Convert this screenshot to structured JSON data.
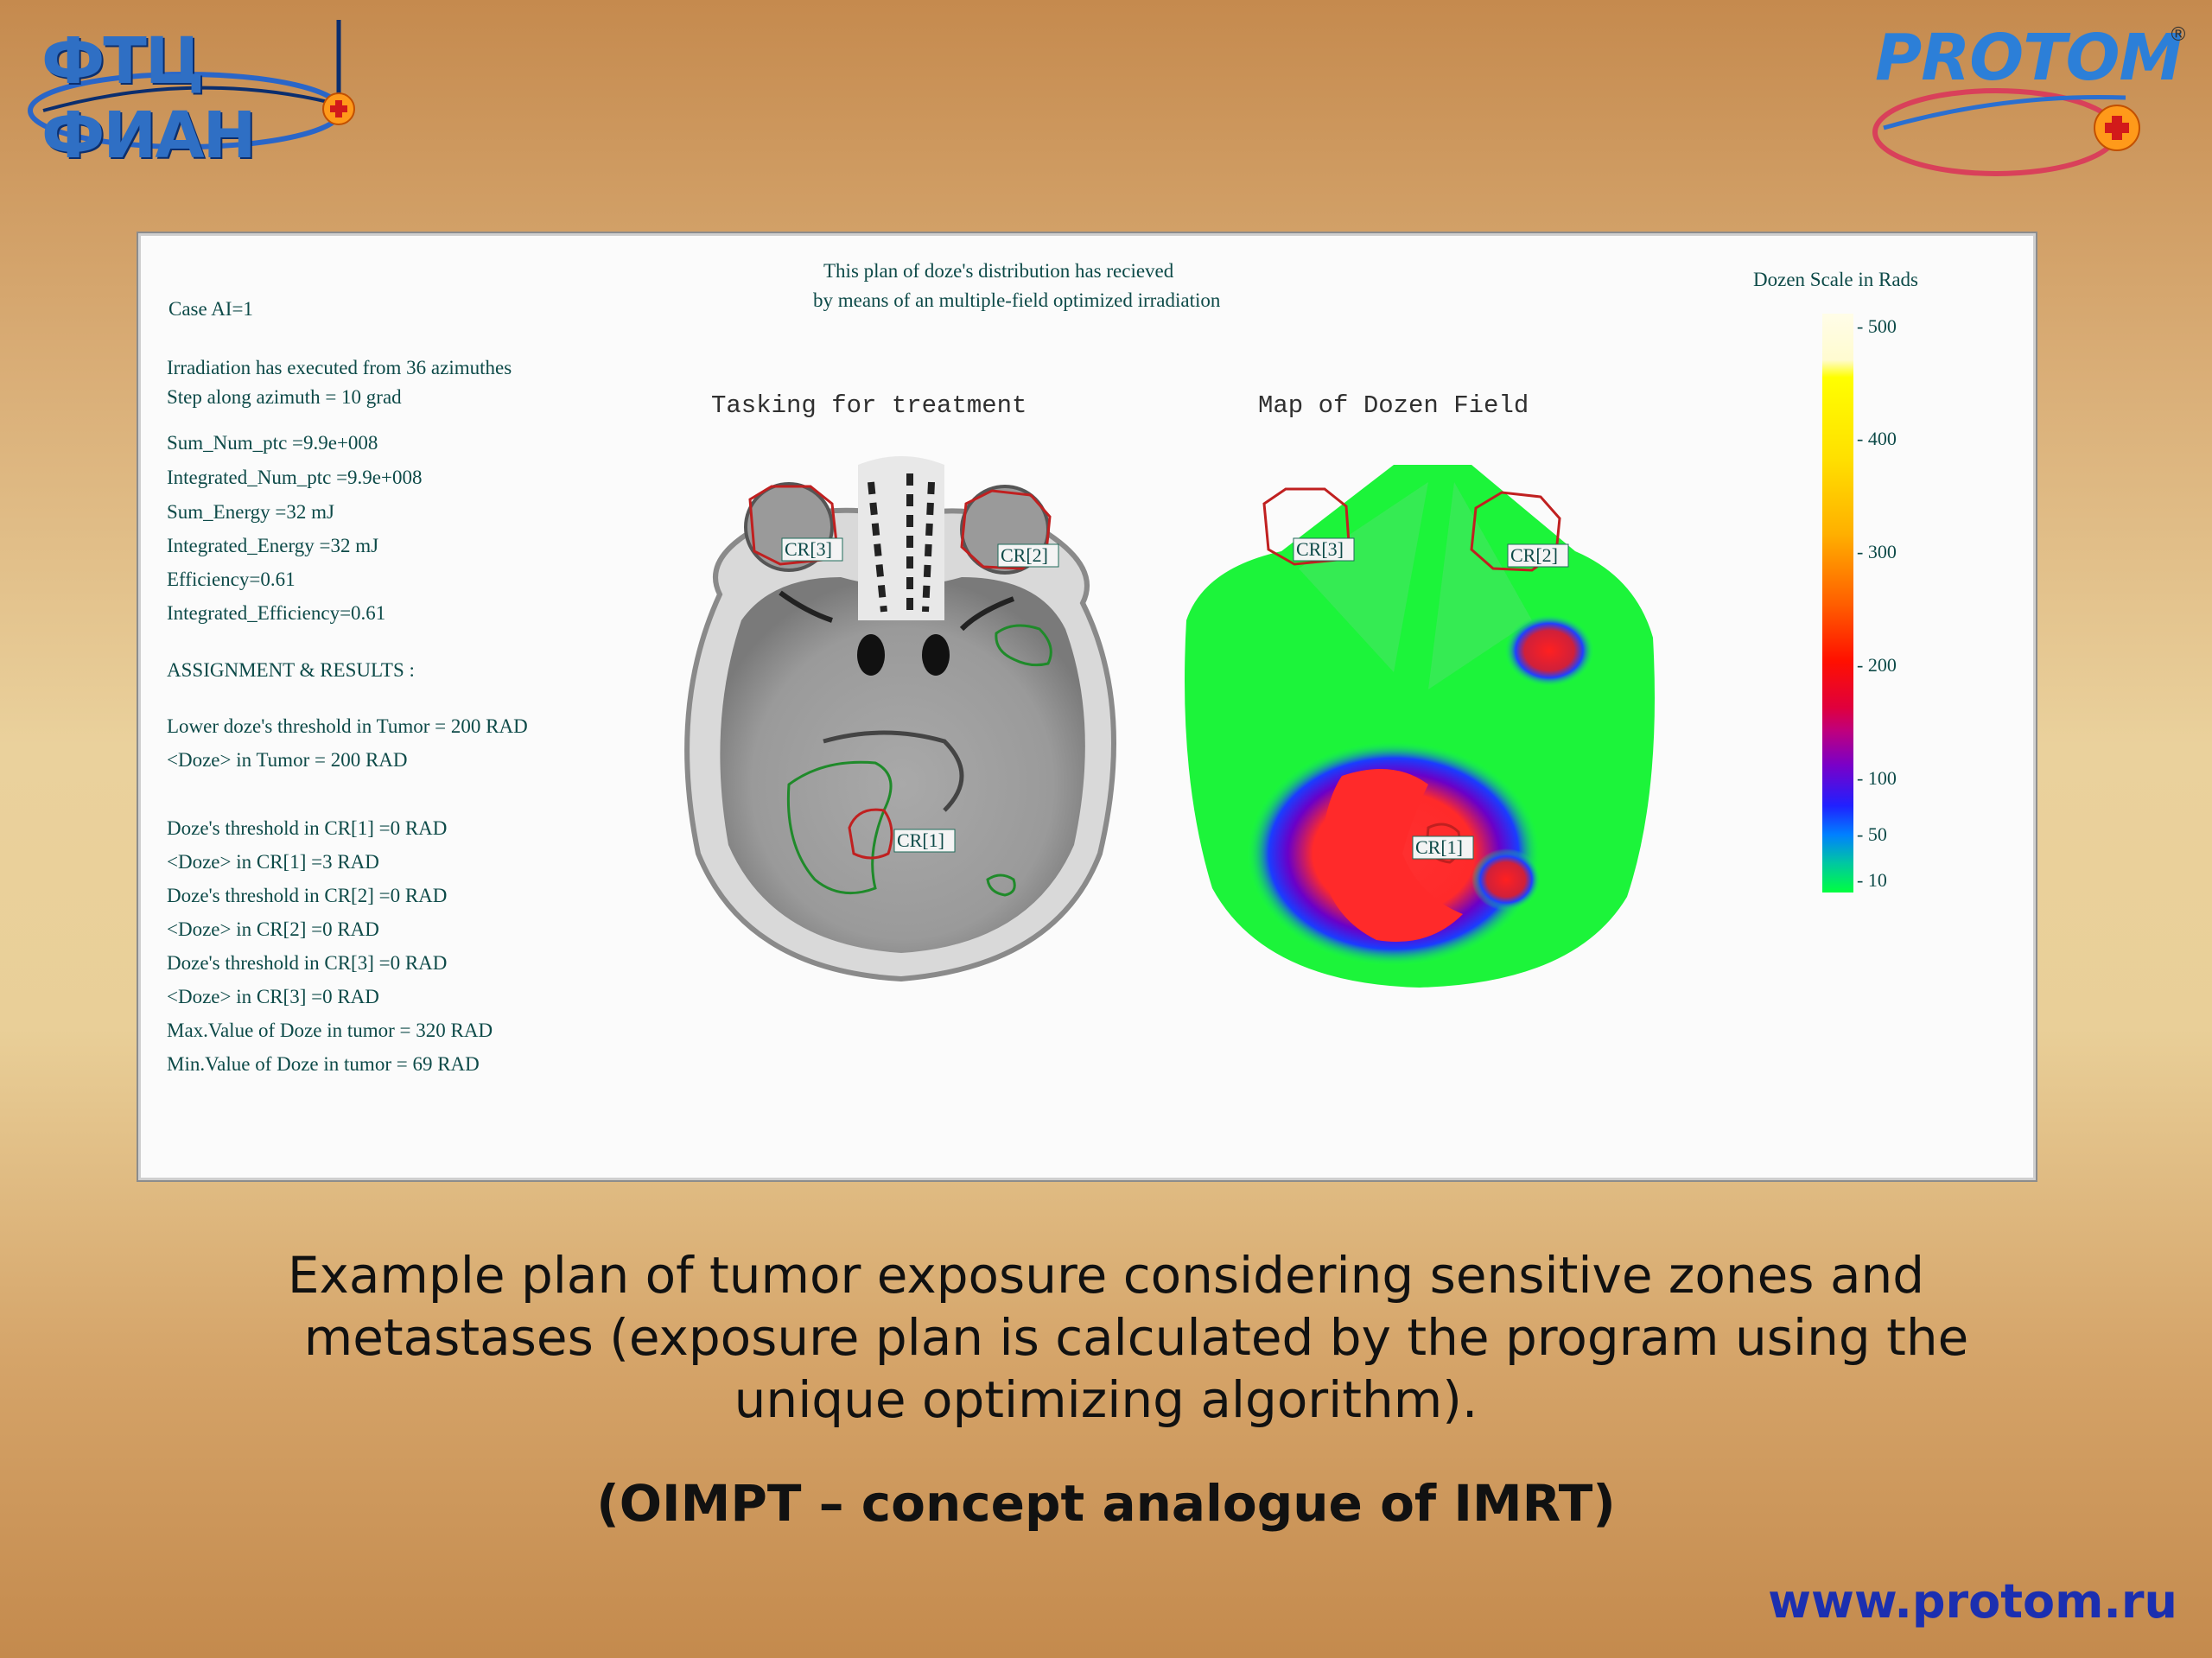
{
  "logos": {
    "left_text": "ФТЦ ФИАН",
    "right_text": "PROTOM",
    "right_reg": "®",
    "cross_icon": "red-cross-icon"
  },
  "panel": {
    "case": "Case AI=1",
    "plan_title_line1": "This plan of doze's distribution has recieved",
    "plan_title_line2": "by means of an multiple-field optimized irradiation",
    "params": [
      "Irradiation has executed from 36 azimuthes",
      "Step along azimuth = 10 grad",
      "Sum_Num_ptc =9.9e+008",
      "Integrated_Num_ptc =9.9e+008",
      "Sum_Energy =32 mJ",
      "Integrated_Energy =32 mJ",
      "Efficiency=0.61",
      "Integrated_Efficiency=0.61",
      "ASSIGNMENT & RESULTS :",
      "Lower doze's threshold in Tumor = 200 RAD",
      "<Doze> in Tumor = 200 RAD",
      "Doze's threshold in CR[1] =0 RAD",
      "<Doze> in CR[1] =3 RAD",
      "Doze's threshold in CR[2] =0 RAD",
      "<Doze> in CR[2] =0 RAD",
      "Doze's threshold in CR[3] =0 RAD",
      "<Doze> in CR[3] =0 RAD",
      "Max.Value of Doze in tumor = 320 RAD",
      "Min.Value of Doze in tumor = 69 RAD"
    ],
    "tasking_title": "Tasking for treatment",
    "map_title": "Map of Dozen Field",
    "region_labels": {
      "cr1": "CR[1]",
      "cr2": "CR[2]",
      "cr3": "CR[3]"
    },
    "scale": {
      "title": "Dozen Scale in Rads",
      "ticks": [
        "- 500",
        "- 400",
        "- 300",
        "- 200",
        "- 100",
        "- 50",
        "- 10"
      ]
    }
  },
  "caption": "Example plan of tumor exposure considering sensitive zones and metastases (exposure plan is calculated by the program using the unique optimizing algorithm).",
  "caption_lines": [
    "Example plan of tumor exposure considering sensitive zones and",
    "metastases (exposure plan is calculated by the program using the",
    "unique optimizing algorithm)."
  ],
  "subcaption": "(OIMPT – concept analogue of IMRT)",
  "url": "www.protom.ru"
}
